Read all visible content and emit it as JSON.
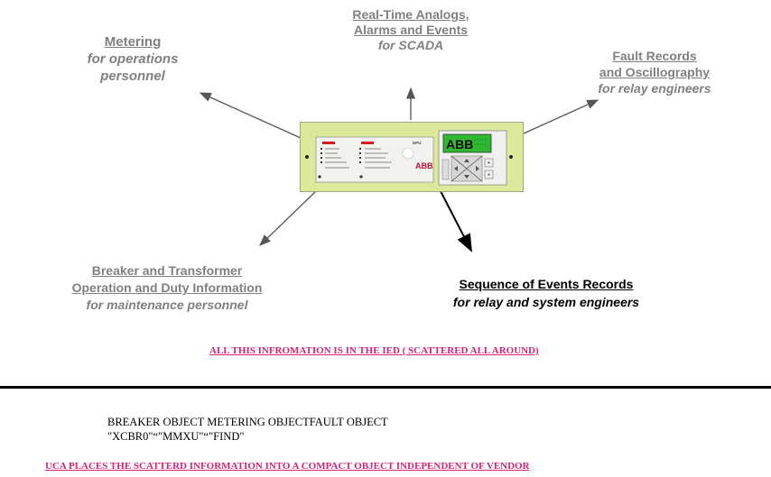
{
  "labels": {
    "metering": {
      "title": "Metering",
      "sub1": "for operations",
      "sub2": "personnel"
    },
    "scada": {
      "title1": "Real-Time Analogs,",
      "title2": "Alarms and Events",
      "sub": "for SCADA"
    },
    "fault": {
      "title1": "Fault Records",
      "title2": "and Oscillography",
      "sub": "for relay engineers"
    },
    "breaker": {
      "title1": "Breaker and Transformer",
      "title2": "Operation and Duty Information",
      "sub": "for maintenance personnel"
    },
    "soe": {
      "title": "Sequence of Events Records",
      "sub": "for relay and system engineers"
    }
  },
  "device": {
    "brand": "ABB",
    "screen_brand": "ABB",
    "model": "DPU"
  },
  "note_top": "ALL THIS INFROMATION  IS IN THE IED ( SCATTERED ALL AROUND)",
  "objects": {
    "line1": "BREAKER OBJECT METERING OBJECTFAULT OBJECT",
    "line2": "\"XCBR0\"“\"MMXU\"“\"FIND\""
  },
  "note_bottom": "UCA PLACES  THE SCATTERD INFORMATION INTO A COMPACT OBJECT INDEPENDENT OF VENDOR",
  "colors": {
    "label_gray": "#808080",
    "note_pink": "#d4237a",
    "panel": "#dde89a"
  }
}
